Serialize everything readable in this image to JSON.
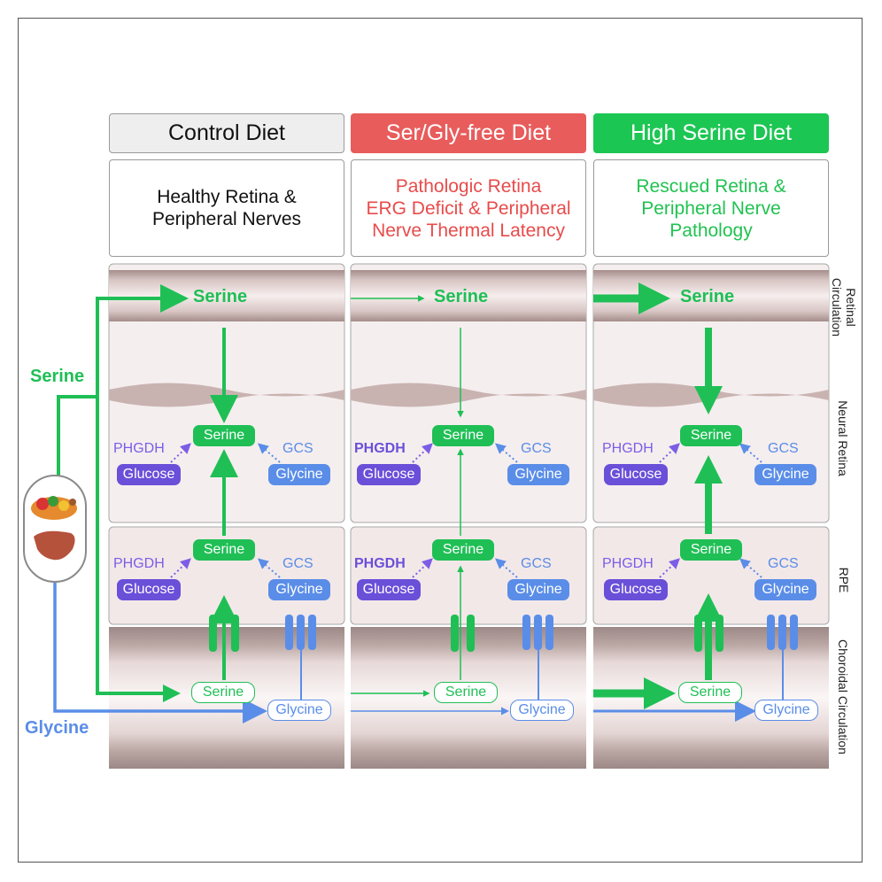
{
  "columns": [
    {
      "header": "Control Diet",
      "desc": [
        "Healthy Retina &",
        "Peripheral Nerves"
      ],
      "retinal_serine": "Serine",
      "nr_serine": "Serine",
      "rpe_serine": "Serine",
      "phgdh": "PHGDH",
      "gcs": "GCS",
      "glucose": "Glucose",
      "glycine": "Glycine",
      "cc_serine": "Serine",
      "cc_glycine": "Glycine"
    },
    {
      "header": "Ser/Gly-free Diet",
      "desc": [
        "Pathologic Retina",
        "ERG Deficit & Peripheral",
        "Nerve Thermal Latency"
      ],
      "retinal_serine": "Serine",
      "nr_serine": "Serine",
      "rpe_serine": "Serine",
      "phgdh": "PHGDH",
      "gcs": "GCS",
      "glucose": "Glucose",
      "glycine": "Glycine",
      "cc_serine": "Serine",
      "cc_glycine": "Glycine"
    },
    {
      "header": "High Serine Diet",
      "desc": [
        "Rescued Retina &",
        "Peripheral Nerve",
        "Pathology"
      ],
      "retinal_serine": "Serine",
      "nr_serine": "Serine",
      "rpe_serine": "Serine",
      "phgdh": "PHGDH",
      "gcs": "GCS",
      "glucose": "Glucose",
      "glycine": "Glycine",
      "cc_serine": "Serine",
      "cc_glycine": "Glycine"
    }
  ],
  "left_labels": {
    "serine": "Serine",
    "glycine": "Glycine"
  },
  "side_labels": {
    "retinal": [
      "Retinal",
      "Circulation"
    ],
    "neural": "Neural Retina",
    "rpe": "RPE",
    "choroidal": "Choroidal Circulation"
  },
  "colors": {
    "serine_green": "#1fbf55",
    "glycine_blue": "#5a8de8",
    "glucose_purple": "#6a4fd8",
    "phgdh_purple": "#7b5de6",
    "control_header": "#eeeeee",
    "serfree_header": "#e85c5c",
    "high_header": "#1cc653",
    "serfree_text": "#e84b4b",
    "high_text": "#21c251"
  }
}
